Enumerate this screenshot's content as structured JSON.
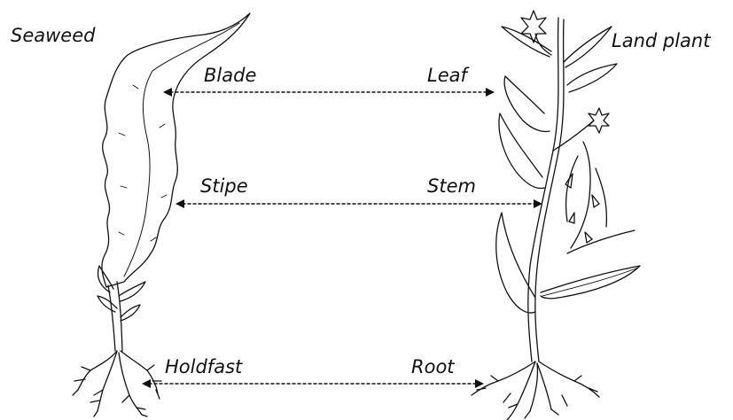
{
  "titles": {
    "seaweed": "Seaweed",
    "land_plant": "Land plant"
  },
  "pairs": [
    {
      "seaweed_part": "Blade",
      "plant_part": "Leaf"
    },
    {
      "seaweed_part": "Stipe",
      "plant_part": "Stem"
    },
    {
      "seaweed_part": "Holdfast",
      "plant_part": "Root"
    }
  ],
  "colors": {
    "ink": "#111111",
    "background": "#ffffff"
  }
}
